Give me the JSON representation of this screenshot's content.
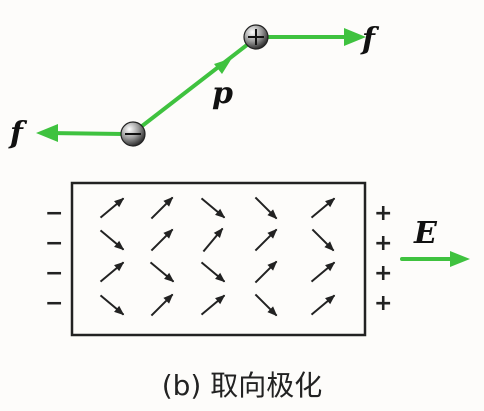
{
  "labels": {
    "force": "f",
    "dipole": "p",
    "field": "E",
    "caption": "(b) 取向极化"
  },
  "charges": {
    "positive": "+",
    "negative": "−"
  },
  "colors": {
    "arrow_green": "#3fc23f",
    "arrow_green_dark": "#238a23",
    "line": "#222222",
    "sphere": "#888888"
  },
  "plates": {
    "left_signs": [
      "−",
      "−",
      "−",
      "−"
    ],
    "right_signs": [
      "+",
      "+",
      "+",
      "+"
    ]
  },
  "dipole_angles_deg": [
    [
      -40,
      -45,
      40,
      45,
      -40
    ],
    [
      40,
      -45,
      -50,
      -45,
      45
    ],
    [
      -40,
      40,
      40,
      -45,
      -40
    ],
    [
      40,
      -45,
      -40,
      45,
      -40
    ]
  ]
}
